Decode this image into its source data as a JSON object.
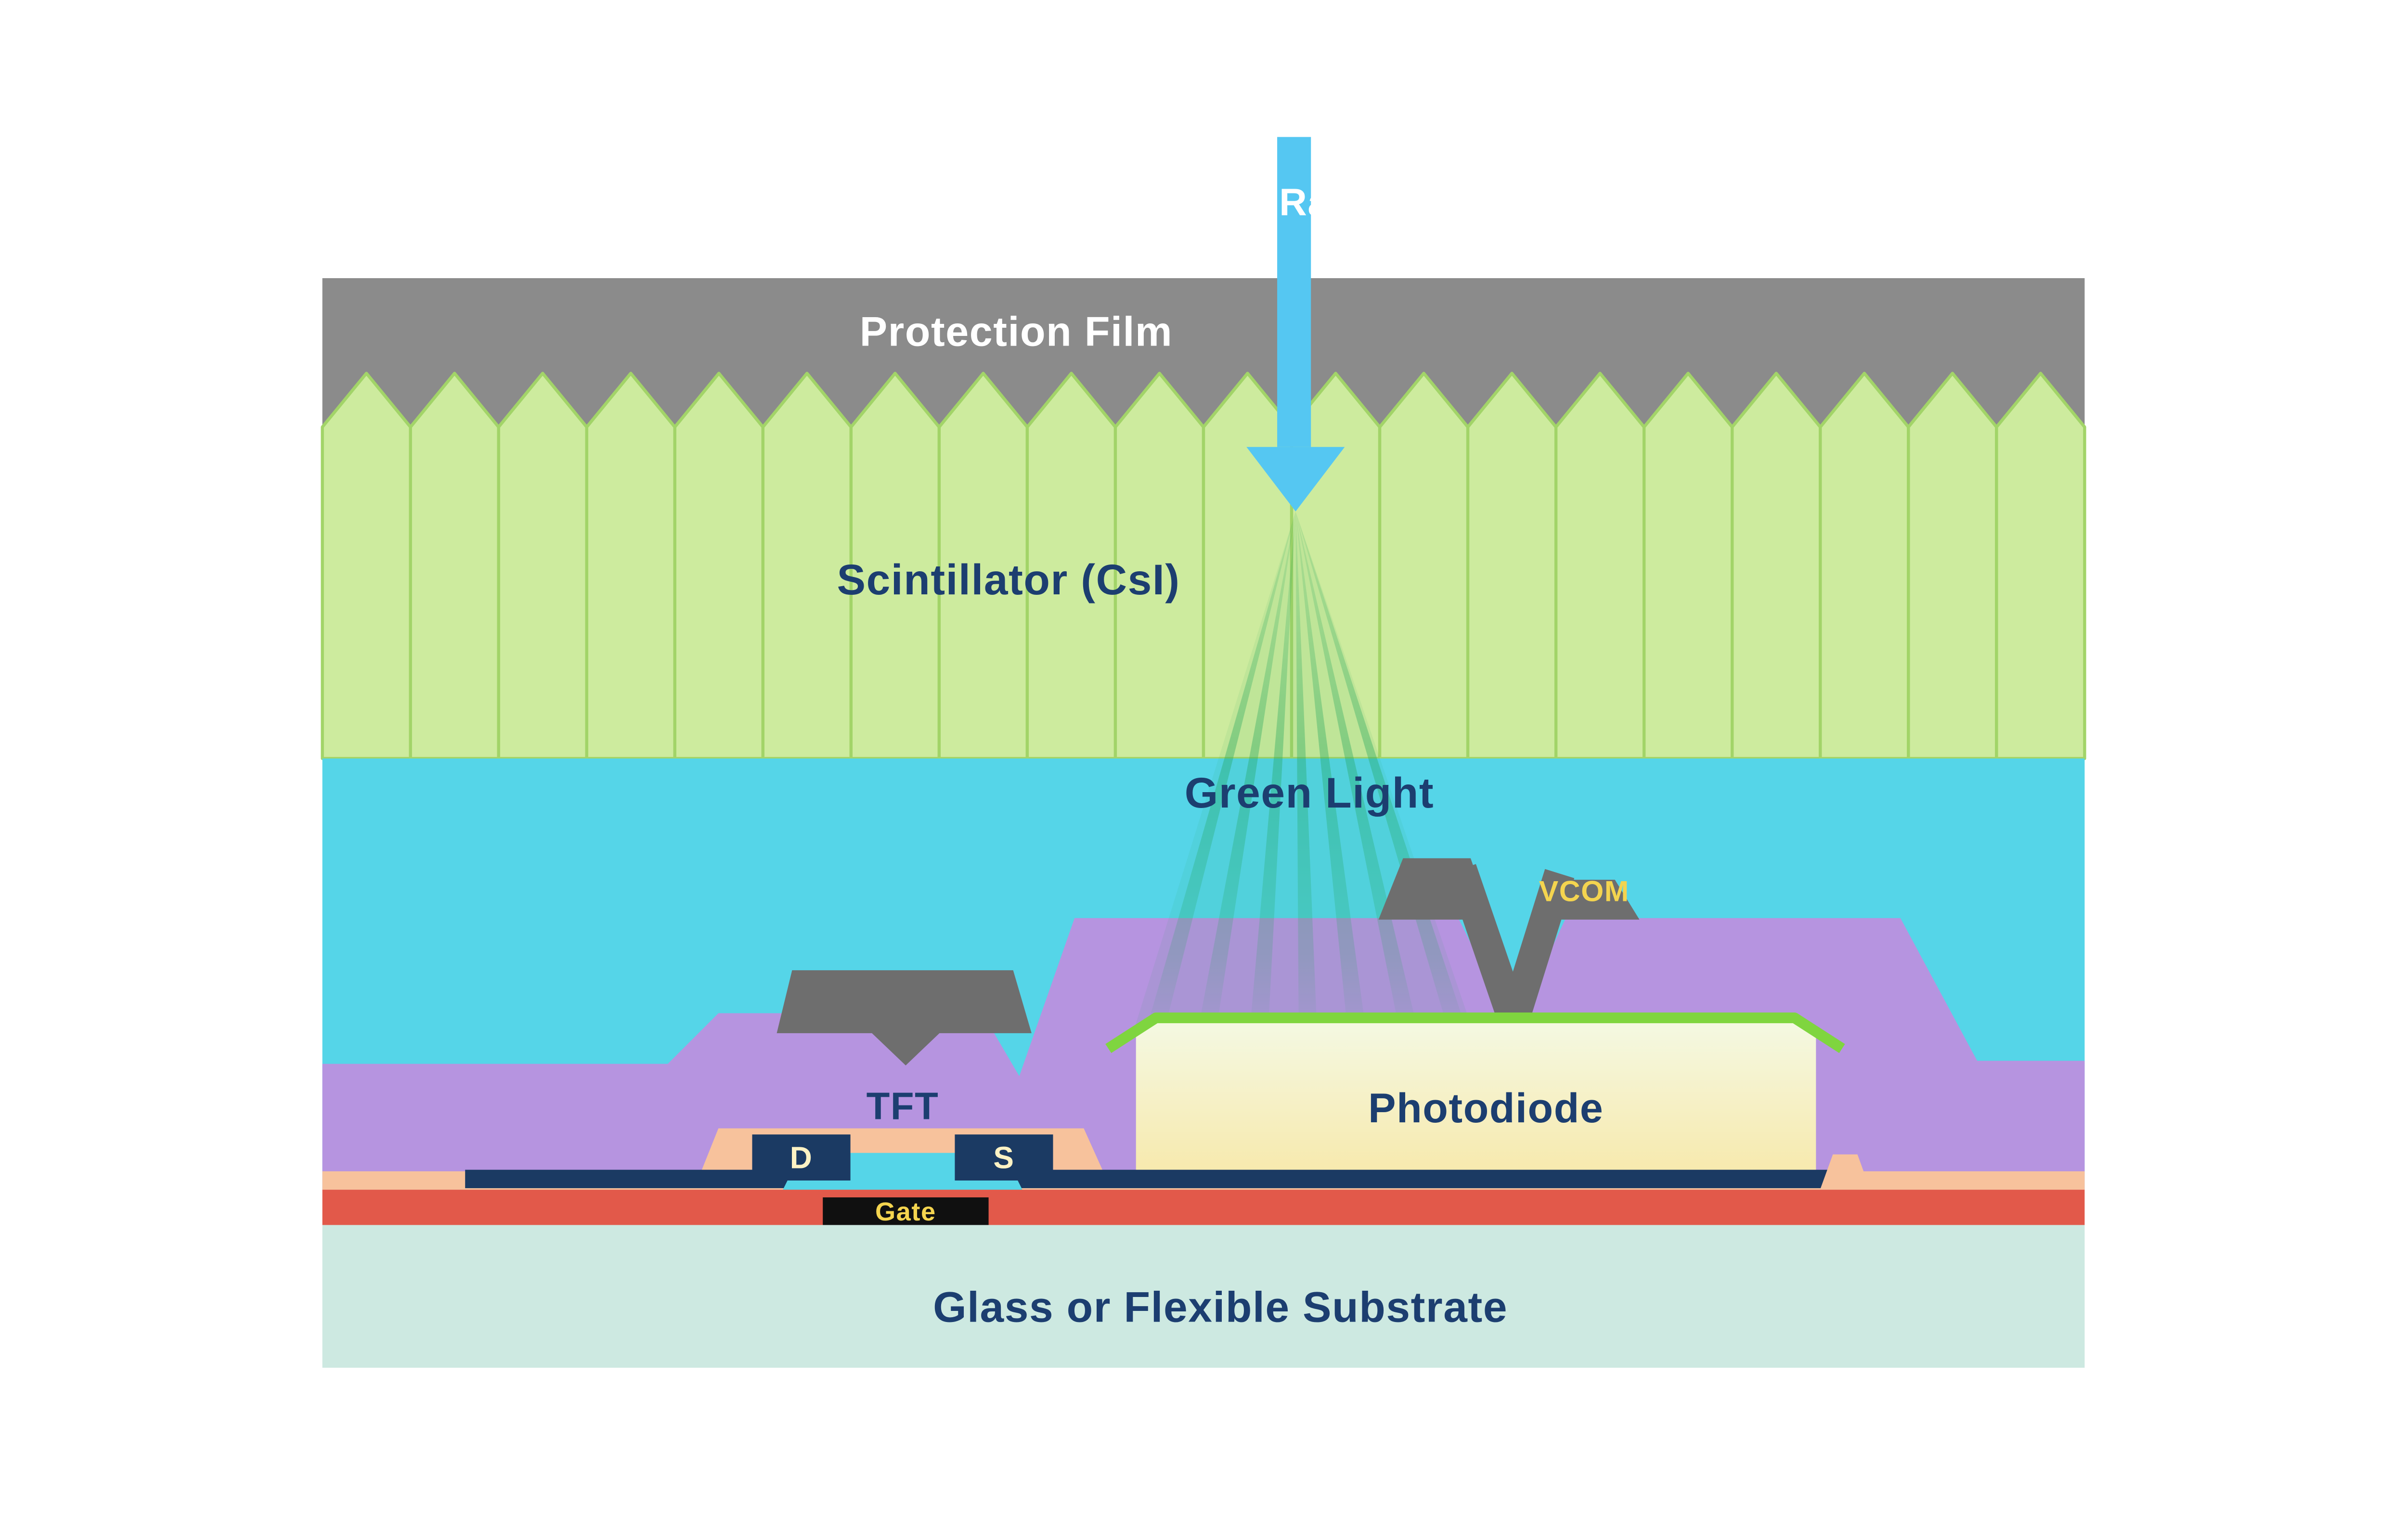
{
  "diagram": {
    "labels": {
      "xray": "X-Ray",
      "protection_film": "Protection Film",
      "scintillator": "Scintillator (CsI)",
      "green_light": "Green Light",
      "vcom": "VCOM",
      "photodiode": "Photodiode",
      "tft": "TFT",
      "drain": "D",
      "source": "S",
      "gate": "Gate",
      "substrate": "Glass or Flexible Substrate"
    },
    "colors": {
      "background": "#ffffff",
      "protection_film": "#8b8b8b",
      "scintillator_fill": "#cdeb9e",
      "scintillator_edge": "#a2d468",
      "air_gap_cyan": "#55d5e8",
      "xray_arrow": "#55c7f2",
      "green_light_ray": "#21a55c",
      "planarization_purple": "#b694e0",
      "electrode_gray": "#6e6e6e",
      "photodiode_top_green": "#7fd53f",
      "photodiode_fill_top": "#f4f9e4",
      "photodiode_fill_bottom": "#f7e9ac",
      "metal_navy": "#1b3a63",
      "passivation_salmon": "#f7c29c",
      "insulator_red": "#e2594a",
      "gate_black": "#101010",
      "substrate_teal": "#cde9e1",
      "label_navy": "#1c3e70",
      "label_yellow": "#f4d44f",
      "label_cream": "#fdf2c4",
      "label_white": "#ffffff"
    }
  }
}
